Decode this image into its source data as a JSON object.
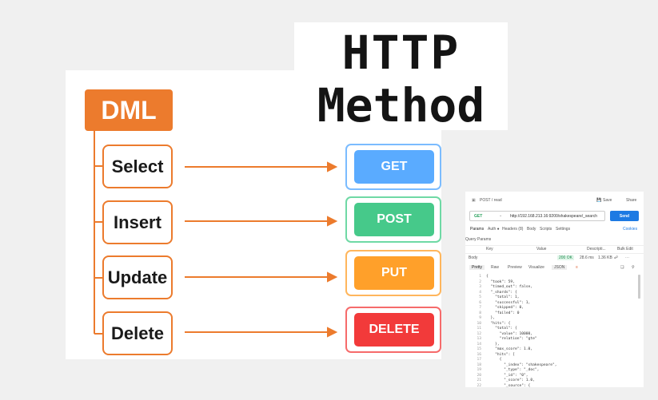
{
  "title": {
    "line1": "HTTP",
    "line2": "Method"
  },
  "dml": {
    "label": "DML",
    "items": [
      "Select",
      "Insert",
      "Update",
      "Delete"
    ]
  },
  "http": {
    "methods": [
      {
        "label": "GET",
        "color": "#5aabff",
        "border": "#7bbcff"
      },
      {
        "label": "POST",
        "color": "#46c98a",
        "border": "#6fd9a5"
      },
      {
        "label": "PUT",
        "color": "#ffa02a",
        "border": "#ffb65c"
      },
      {
        "label": "DELETE",
        "color": "#f23a3a",
        "border": "#f66b6b"
      }
    ]
  },
  "colors": {
    "accent": "#ec7b2d"
  },
  "postman": {
    "breadcrumb": "POST / read",
    "save": "Save",
    "share": "Share",
    "method": "GET",
    "url": "http://192.168.213.16:9200/shakespeare/_search",
    "send": "Send",
    "tabs": [
      "Params",
      "Auth ●",
      "Headers (8)",
      "Body",
      "Scripts",
      "Settings"
    ],
    "cookies": "Cookies",
    "query_params": "Query Params",
    "cols": [
      "Key",
      "Value",
      "Descripti...",
      "Bulk Edit"
    ],
    "body_label": "Body",
    "status": "200 OK",
    "time": "28.6 ms",
    "size": "1.36 KB",
    "body_tabs": [
      "Pretty",
      "Raw",
      "Preview",
      "Visualize",
      "JSON"
    ],
    "code": [
      "{",
      "  \"took\": 59,",
      "  \"timed_out\": false,",
      "  \"_shards\": {",
      "    \"total\": 1,",
      "    \"successful\": 1,",
      "    \"skipped\": 0,",
      "    \"failed\": 0",
      "  },",
      "  \"hits\": {",
      "    \"total\": {",
      "      \"value\": 10000,",
      "      \"relation\": \"gte\"",
      "    },",
      "    \"max_score\": 1.0,",
      "    \"hits\": [",
      "      {",
      "        \"_index\": \"shakespeare\",",
      "        \"_type\": \"_doc\",",
      "        \"_id\": \"0\",",
      "        \"_score\": 1.0,",
      "        \"_source\": {"
    ]
  }
}
